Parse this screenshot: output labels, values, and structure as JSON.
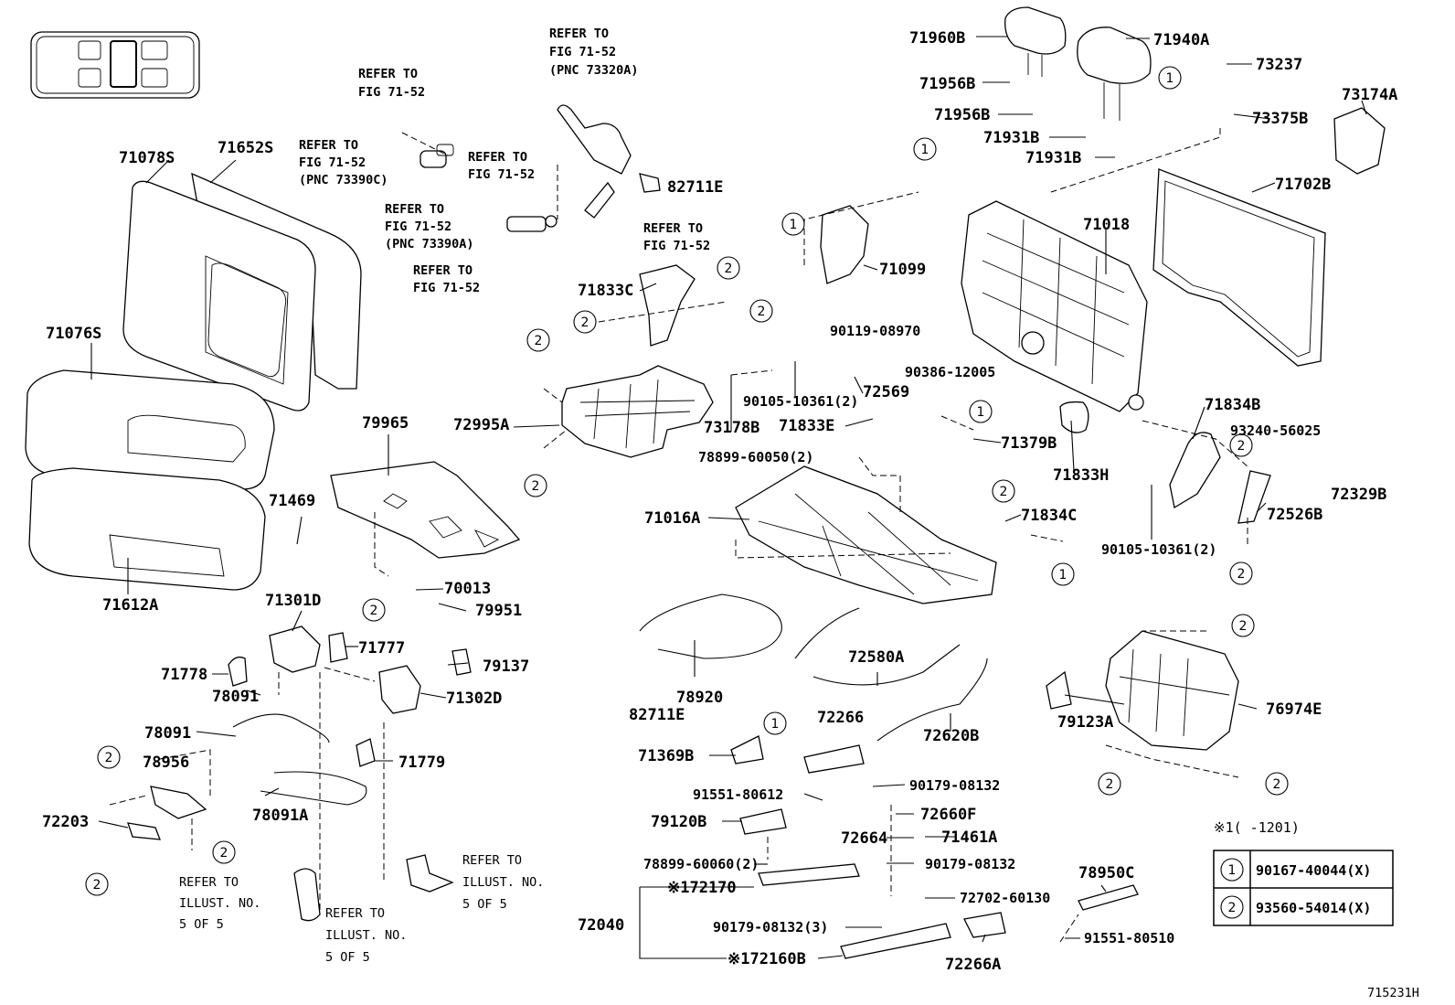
{
  "labels": {
    "p71960B": "71960B",
    "p71940A": "71940A",
    "p73237": "73237",
    "p71956B_1": "71956B",
    "p71956B_2": "71956B",
    "p71931B_1": "71931B",
    "p71931B_2": "71931B",
    "p73375B": "73375B",
    "p73174A": "73174A",
    "p71702B": "71702B",
    "p71018": "71018",
    "p71099": "71099",
    "p82711E_1": "82711E",
    "p82711E_2": "82711E",
    "p71078S": "71078S",
    "p71652S": "71652S",
    "p71076S": "71076S",
    "p71612A": "71612A",
    "p71833C": "71833C",
    "p72995A": "72995A",
    "p79965": "79965",
    "p71469": "71469",
    "p70013": "70013",
    "p79951": "79951",
    "p73178B": "73178B",
    "p71833E": "71833E",
    "p72569": "72569",
    "p90119": "90119-08970",
    "p90386": "90386-12005",
    "p90105a": "90105-10361(2)",
    "p90105b": "90105-10361(2)",
    "p78899a": "78899-60050(2)",
    "p71379B": "71379B",
    "p71833H": "71833H",
    "p71834B": "71834B",
    "p93240": "93240-56025",
    "p72329B": "72329B",
    "p72526B": "72526B",
    "p71016A": "71016A",
    "p71834C": "71834C",
    "p71301D": "71301D",
    "p71777": "71777",
    "p79137": "79137",
    "p71778": "71778",
    "p78091a": "78091",
    "p71302D": "71302D",
    "p78091b": "78091",
    "p78956": "78956",
    "p71779": "71779",
    "p78091A": "78091A",
    "p72203": "72203",
    "p78920": "78920",
    "p72580A": "72580A",
    "p72266": "72266",
    "p72620B": "72620B",
    "p71369B": "71369B",
    "p79123A": "79123A",
    "p76974E": "76974E",
    "p91551a": "91551-80612",
    "p90179a": "90179-08132",
    "p79120B": "79120B",
    "p72660F": "72660F",
    "p72664": "72664",
    "p71461A": "71461A",
    "p78899b": "78899-60060(2)",
    "p90179b": "90179-08132",
    "p72170": "※172170",
    "p72702": "72702-60130",
    "p78950C": "78950C",
    "p72040": "72040",
    "p90179c": "90179-08132(3)",
    "p91551b": "91551-80510",
    "p72160B": "※172160B",
    "p72266A": "72266A"
  },
  "refer_notes": {
    "r1_a": "REFER TO",
    "r1_b": "FIG 71-52",
    "r2_a": "REFER TO",
    "r2_b": "FIG 71-52",
    "r2_c": "(PNC 73320A)",
    "r3_a": "REFER TO",
    "r3_b": "FIG 71-52",
    "r3_c": "(PNC 73390C)",
    "r4_a": "REFER TO",
    "r4_b": "FIG 71-52",
    "r5_a": "REFER TO",
    "r5_b": "FIG 71-52",
    "r5_c": "(PNC 73390A)",
    "r6_a": "REFER TO",
    "r6_b": "FIG 71-52",
    "r7_a": "REFER TO",
    "r7_b": "FIG 71-52",
    "r8_a": "REFER TO",
    "r8_b": "ILLUST. NO.",
    "r8_c": "5 OF 5",
    "r9_a": "REFER TO",
    "r9_b": "ILLUST. NO.",
    "r9_c": "5 OF 5",
    "r10_a": "REFER TO",
    "r10_b": "ILLUST. NO.",
    "r10_c": "5 OF 5"
  },
  "callout_symbols": {
    "one": "1",
    "two": "2"
  },
  "legend": {
    "note": "※1(      -1201)",
    "rows": [
      {
        "symbol": "1",
        "part": "90167-40044(X)"
      },
      {
        "symbol": "2",
        "part": "93560-54014(X)"
      }
    ]
  },
  "figure_id": "715231H"
}
